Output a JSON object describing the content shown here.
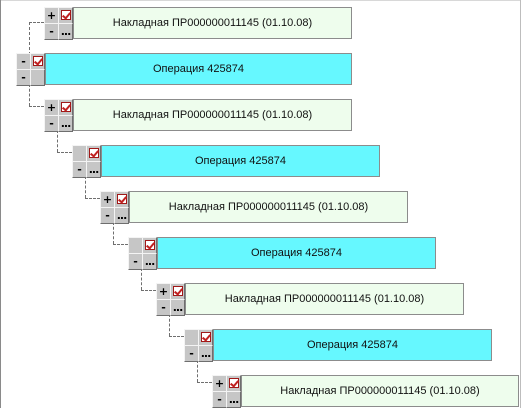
{
  "tree": {
    "nodes": [
      {
        "kind": "invoice",
        "title": "Накладная ПР000000011145 (01.10.08)",
        "toggle": "+",
        "alt": "-",
        "more": "...",
        "checked": true
      },
      {
        "kind": "operation",
        "title": "Операция 425874",
        "toggle": "-",
        "alt": "-",
        "more": "",
        "checked": true
      },
      {
        "kind": "invoice",
        "title": "Накладная ПР000000011145 (01.10.08)",
        "toggle": "+",
        "alt": "-",
        "more": "...",
        "checked": true
      },
      {
        "kind": "operation",
        "title": "Операция 425874",
        "toggle": "",
        "alt": "-",
        "more": "...",
        "checked": true
      },
      {
        "kind": "invoice",
        "title": "Накладная ПР000000011145 (01.10.08)",
        "toggle": "+",
        "alt": "-",
        "more": "...",
        "checked": true
      },
      {
        "kind": "operation",
        "title": "Операция 425874",
        "toggle": "",
        "alt": "-",
        "more": "...",
        "checked": true
      },
      {
        "kind": "invoice",
        "title": "Накладная ПР000000011145 (01.10.08)",
        "toggle": "+",
        "alt": "-",
        "more": "...",
        "checked": true
      },
      {
        "kind": "operation",
        "title": "Операция 425874",
        "toggle": "",
        "alt": "-",
        "more": "...",
        "checked": true
      },
      {
        "kind": "invoice",
        "title": "Накладная ПР000000011145 (01.10.08)",
        "toggle": "+",
        "alt": "-",
        "more": "...",
        "checked": true
      }
    ]
  },
  "colors": {
    "invoice_bg": "#eefded",
    "operation_bg": "#66f8ff",
    "check_mark": "#c01f1f"
  },
  "icons": {
    "checkbox": "checkbox-checked-icon"
  }
}
